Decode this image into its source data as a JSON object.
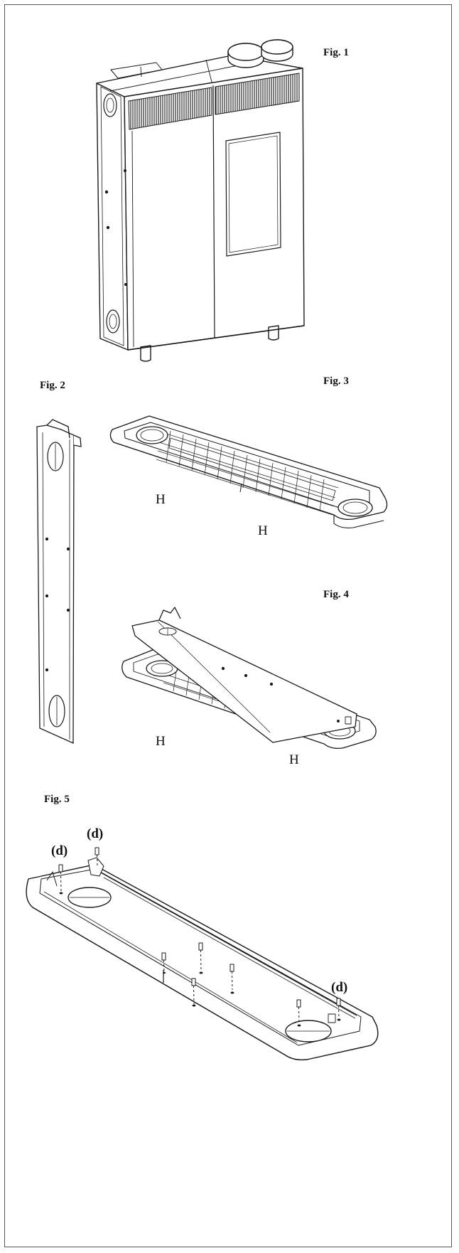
{
  "figures": {
    "fig1": "Fig. 1",
    "fig2": "Fig. 2",
    "fig3": "Fig. 3",
    "fig4": "Fig. 4",
    "fig5": "Fig. 5"
  },
  "part_labels": {
    "h": "H",
    "d": "(d)"
  },
  "colors": {
    "line": "#1a1a1a",
    "grille": "#3a3a3a",
    "fill": "#ffffff"
  }
}
